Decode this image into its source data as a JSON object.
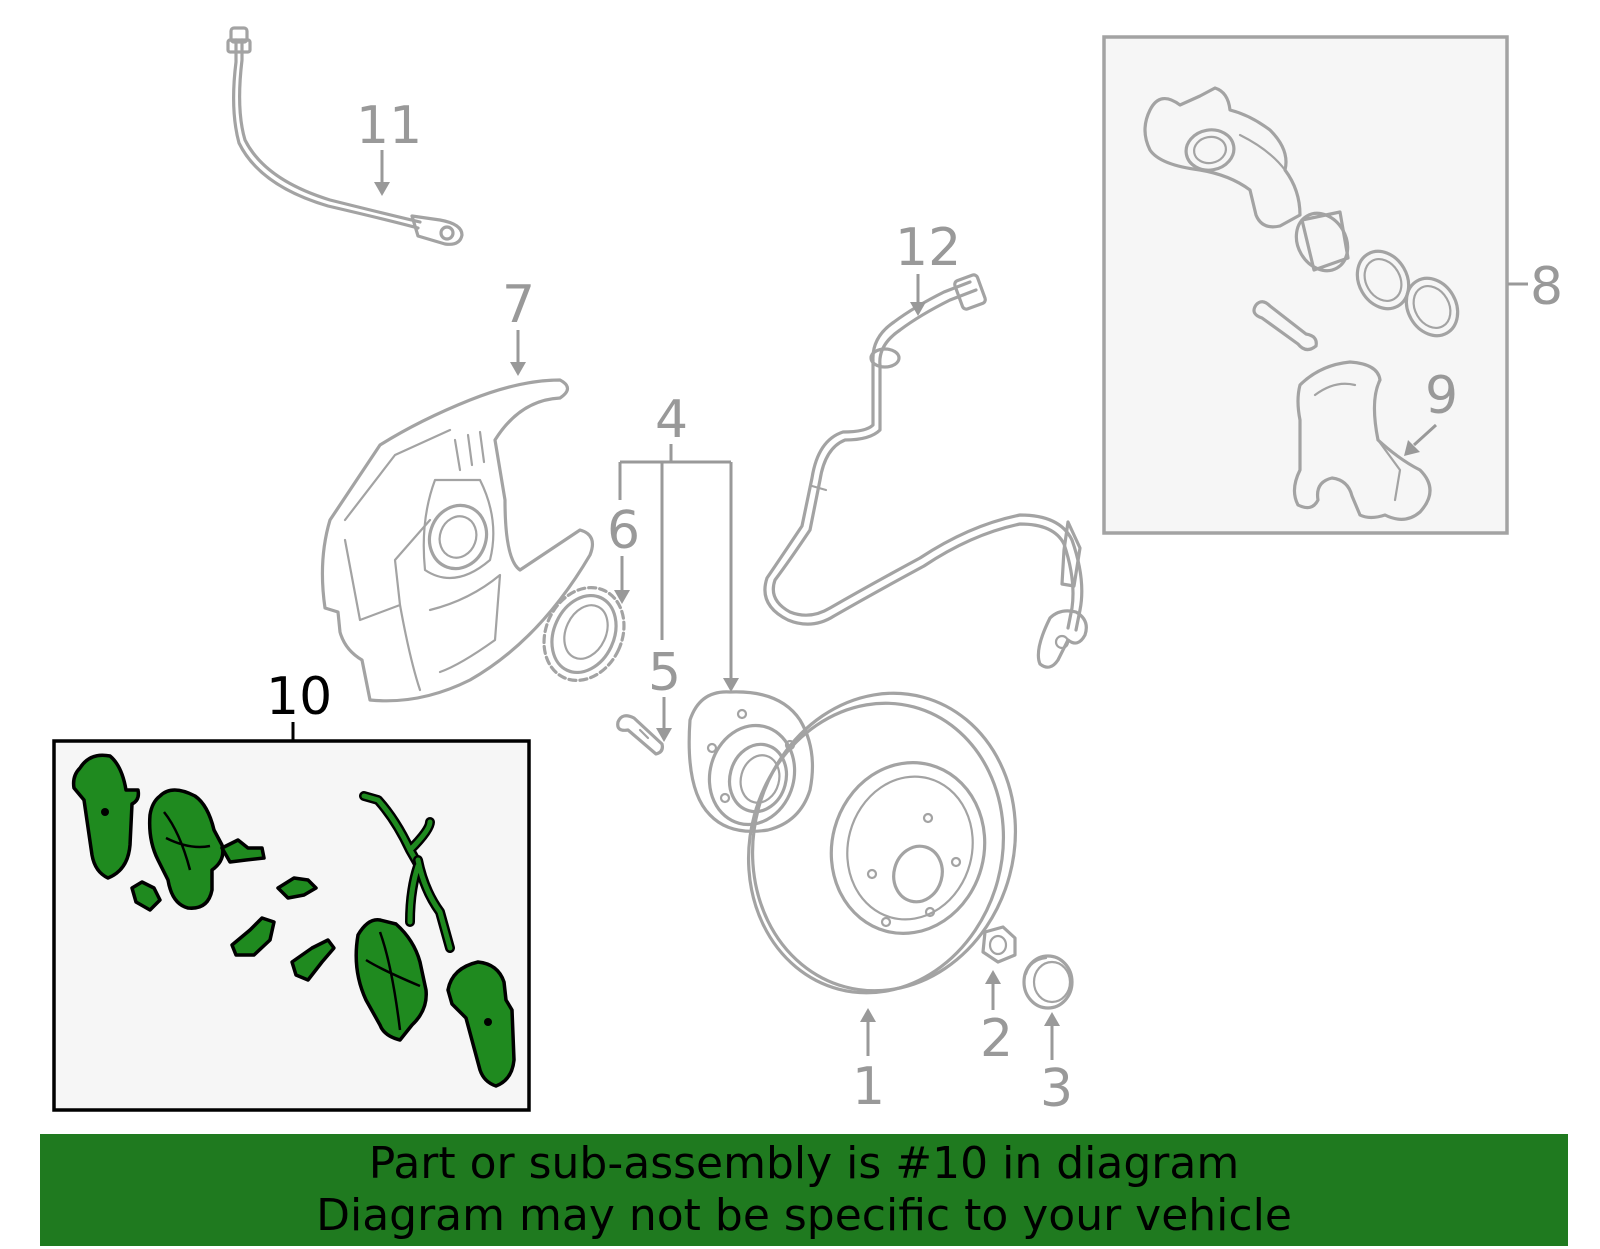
{
  "callouts": {
    "c1": "1",
    "c2": "2",
    "c3": "3",
    "c4": "4",
    "c5": "5",
    "c6": "6",
    "c7": "7",
    "c8": "8",
    "c9": "9",
    "c10": "10",
    "c11": "11",
    "c12": "12"
  },
  "highlighted_part": "10",
  "colors": {
    "highlight_fill": "#1f8a1f",
    "banner_background": "#1f7a1f",
    "part_outline": "#a3a3a3",
    "callout_text": "#999999"
  },
  "banner": {
    "line1": "Part or sub-assembly is #10 in diagram",
    "line2": "Diagram may not be specific to your vehicle"
  }
}
